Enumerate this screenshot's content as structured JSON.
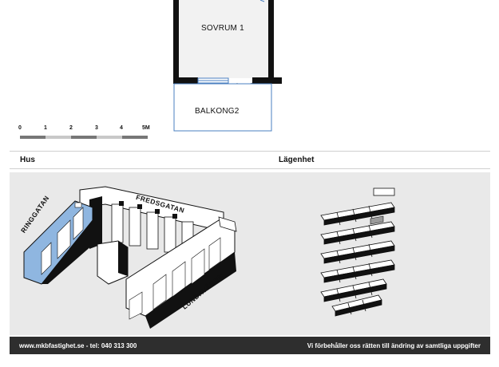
{
  "floorplan": {
    "rooms": [
      {
        "label": "SOVRUM 1"
      },
      {
        "label": "BALKONG2"
      }
    ]
  },
  "scale": {
    "ticks": [
      "0",
      "1",
      "2",
      "3",
      "4",
      "5M"
    ]
  },
  "sections": {
    "house": "Hus",
    "apartment": "Lägenhet"
  },
  "map": {
    "streets": [
      "RINGGATAN",
      "FREDSGATAN",
      "LUNDAVÄGEN"
    ],
    "highlight_color": "#8fb6e0"
  },
  "footer": {
    "contact": "www.mkbfastighet.se - tel: 040 313 300",
    "disclaimer": "Vi förbehåller oss rätten till ändring av samtliga uppgifter"
  }
}
